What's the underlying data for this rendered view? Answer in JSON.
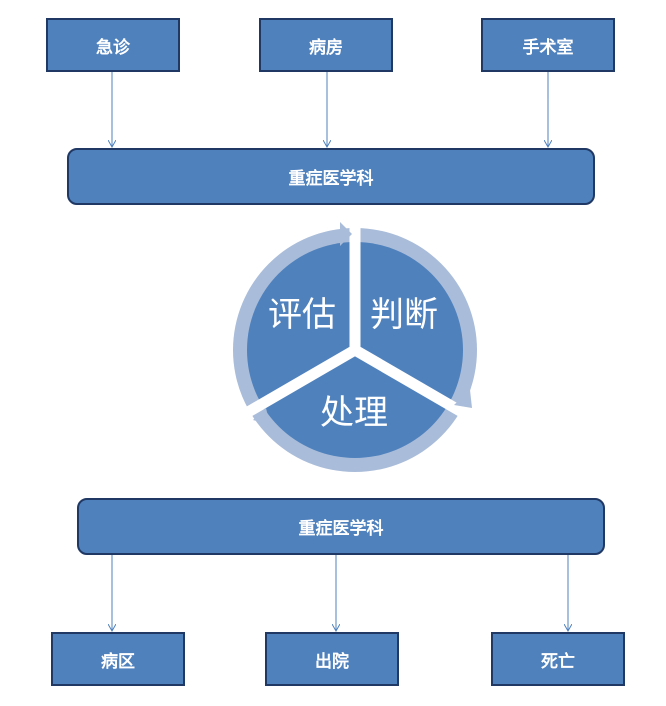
{
  "top_sources": [
    {
      "label": "急诊"
    },
    {
      "label": "病房"
    },
    {
      "label": "手术室"
    }
  ],
  "top_bar": {
    "label": "重症医学科"
  },
  "cycle": {
    "segments": [
      {
        "label": "评估"
      },
      {
        "label": "判断"
      },
      {
        "label": "处理"
      }
    ]
  },
  "bottom_bar": {
    "label": "重症医学科"
  },
  "bottom_targets": [
    {
      "label": "病区"
    },
    {
      "label": "出院"
    },
    {
      "label": "死亡"
    }
  ],
  "colors": {
    "box_fill": "#4f81bd",
    "box_border": "#1f3864",
    "cycle_fill": "#4f81bd",
    "cycle_ring": "#a9bcd9",
    "connector": "#4f81bd"
  }
}
